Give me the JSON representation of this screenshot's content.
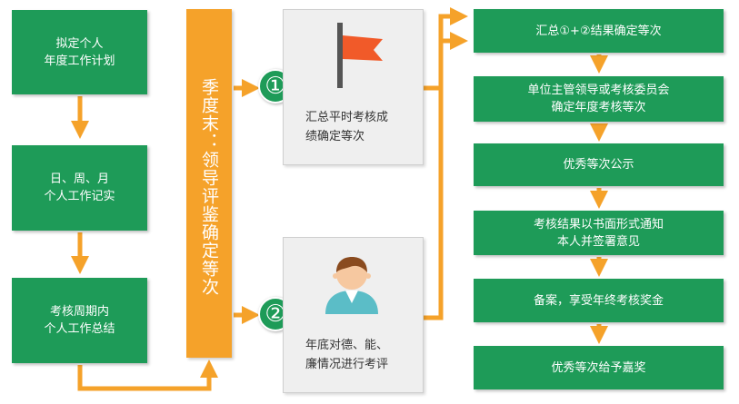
{
  "left_steps": [
    "拟定个人\n年度工作计划",
    "日、周、月\n个人工作记实",
    "考核周期内\n个人工作总结"
  ],
  "middle_bar": "季度末：领导评鉴确定等次",
  "branches": [
    {
      "number": "①",
      "text": "汇总平时考核成\n绩确定等次",
      "icon": "red-flag-icon"
    },
    {
      "number": "②",
      "text": "年底对德、能、\n廉情况进行考评",
      "icon": "person-avatar-icon"
    }
  ],
  "right_steps": [
    "汇总①+②结果确定等次",
    "单位主管领导或考核委员会\n确定年度考核等次",
    "优秀等次公示",
    "考核结果以书面形式通知\n本人并签署意见",
    "备案，享受年终考核奖金",
    "优秀等次给予嘉奖"
  ],
  "colors": {
    "green": "#1e9b58",
    "orange": "#f5a22a",
    "flag": "#f15a29",
    "avatar_shirt": "#5bbdc7"
  }
}
